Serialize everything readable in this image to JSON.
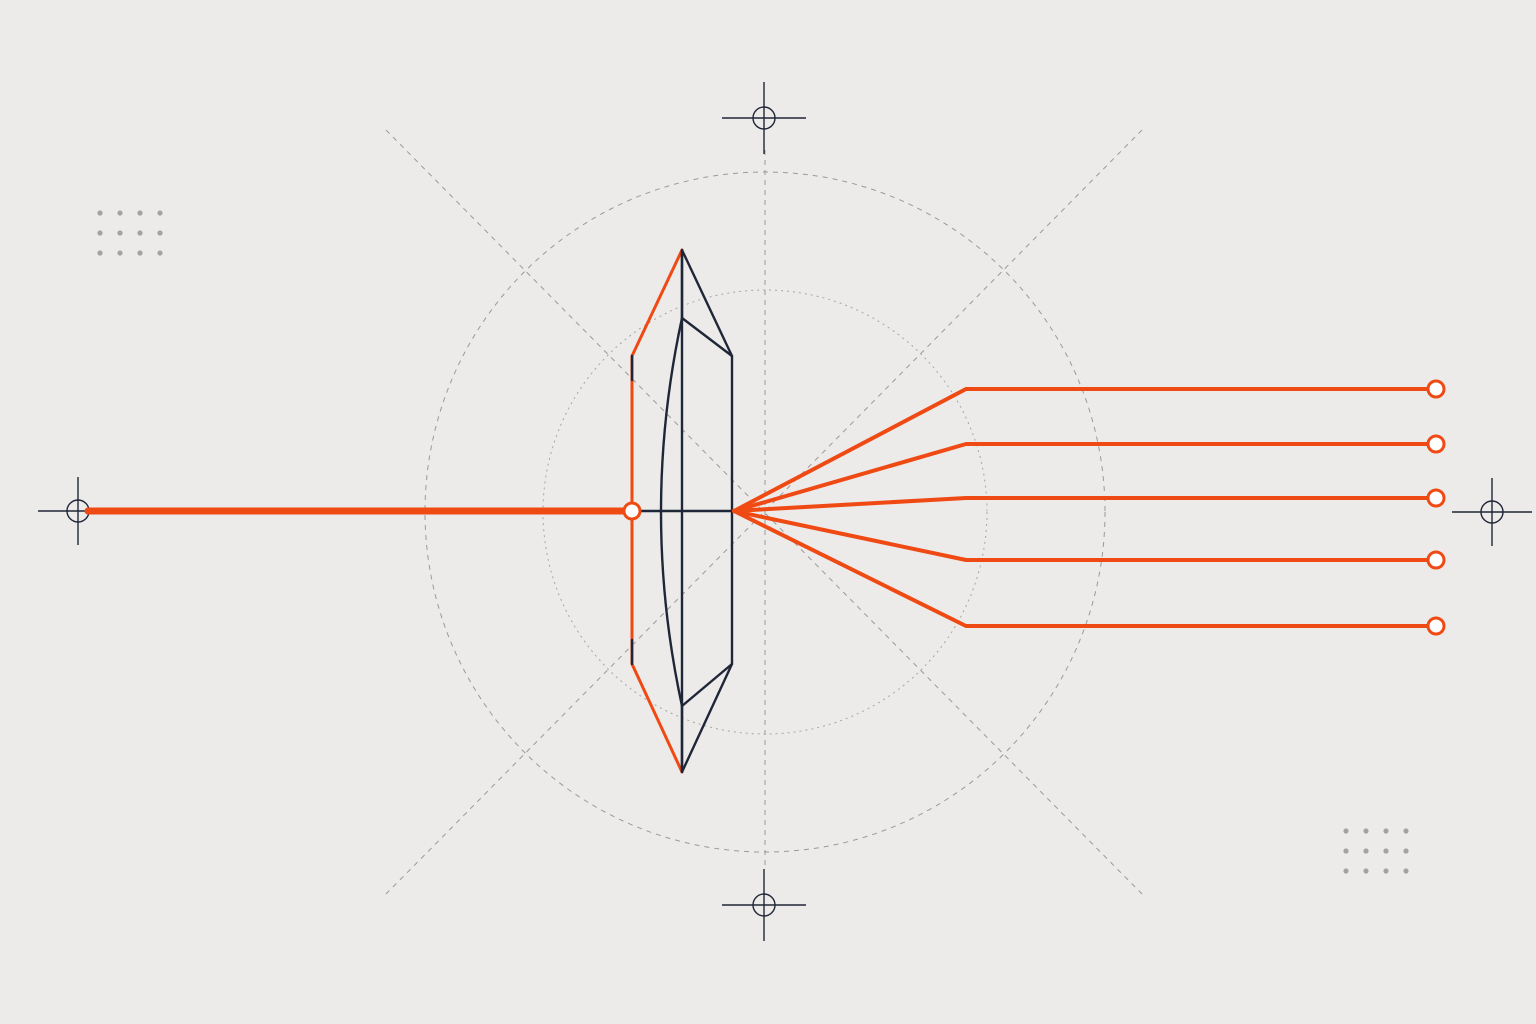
{
  "colors": {
    "background": "#ecebe9",
    "beam": "#f04a14",
    "lens": "#1f2637",
    "guide": "#9a9a9a",
    "dot": "#a3a3a3"
  },
  "icons": {
    "registration_mark": "crosshair-icon",
    "dot_grid": "dot-grid-icon"
  },
  "diagram": {
    "incoming_beams": 1,
    "output_beams": 5,
    "registration_marks": 4,
    "dot_grids": 2
  }
}
